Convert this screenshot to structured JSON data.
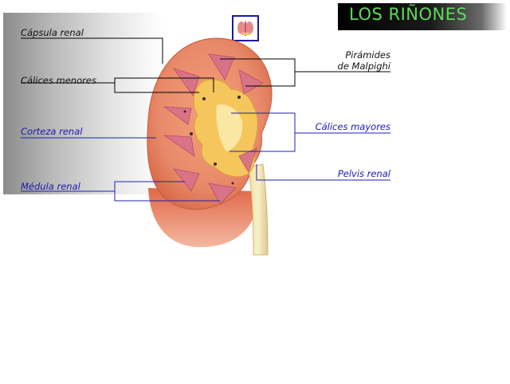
{
  "title": "LOS RIÑONES",
  "labels": {
    "capsula_renal": "Cápsula renal",
    "calices_menores": "Cálices menores",
    "corteza_renal": "Corteza renal",
    "medula_renal": "Médula renal",
    "piramides_line1": "Pirámides",
    "piramides_line2": "de Malpighi",
    "calices_mayores": "Cálices mayores",
    "pelvis_renal": "Pelvis renal"
  },
  "colors": {
    "title_text": "#5fd95a",
    "label_dark": "#111111",
    "label_blue": "#1a1ab0",
    "leader_blue": "#2020b0",
    "cortex": "#e8896a",
    "medulla": "#d97a88",
    "pelvis": "#f2c25a"
  },
  "icons": {
    "thumbnail": "kidney-thumbnail-icon"
  }
}
